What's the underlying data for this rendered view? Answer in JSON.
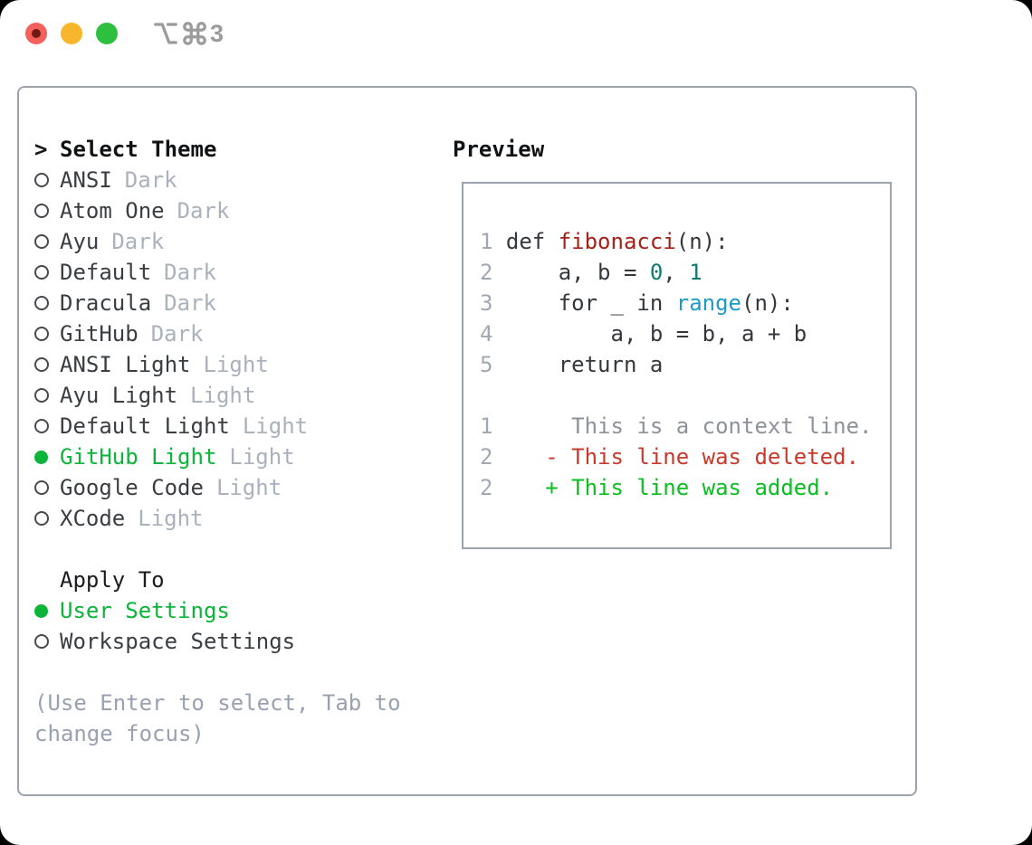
{
  "window": {
    "shortcut_title": "⌥⌘3",
    "shortcut_number": "3"
  },
  "theme_picker": {
    "prompt": ">",
    "title": "Select Theme",
    "items": [
      {
        "name": "ANSI",
        "variant": "Dark",
        "selected": false
      },
      {
        "name": "Atom One",
        "variant": "Dark",
        "selected": false
      },
      {
        "name": "Ayu",
        "variant": "Dark",
        "selected": false
      },
      {
        "name": "Default",
        "variant": "Dark",
        "selected": false
      },
      {
        "name": "Dracula",
        "variant": "Dark",
        "selected": false
      },
      {
        "name": "GitHub",
        "variant": "Dark",
        "selected": false
      },
      {
        "name": "ANSI Light",
        "variant": "Light",
        "selected": false
      },
      {
        "name": "Ayu Light",
        "variant": "Light",
        "selected": false
      },
      {
        "name": "Default Light",
        "variant": "Light",
        "selected": false
      },
      {
        "name": "GitHub Light",
        "variant": "Light",
        "selected": true
      },
      {
        "name": "Google Code",
        "variant": "Light",
        "selected": false
      },
      {
        "name": "XCode",
        "variant": "Light",
        "selected": false
      }
    ]
  },
  "preview": {
    "title": "Preview",
    "code_lines": {
      "l1": {
        "num": "1",
        "a": " def ",
        "fn": "fibonacci",
        "b": "(n):"
      },
      "l2": {
        "num": "2",
        "a": "     a, b = ",
        "n1": "0",
        "b": ", ",
        "n2": "1"
      },
      "l3": {
        "num": "3",
        "a": "     for _ in ",
        "call": "range",
        "b": "(n):"
      },
      "l4": {
        "num": "4",
        "a": "         a, b = b, a + b"
      },
      "l5": {
        "num": "5",
        "a": "     return a"
      },
      "d1": {
        "num": "1",
        "a": "      This is a context line."
      },
      "d2": {
        "num": "2",
        "a": "    - This line was deleted."
      },
      "d3": {
        "num": "2",
        "a": "    + This line was added."
      }
    }
  },
  "apply_to": {
    "title": "Apply To",
    "options": [
      {
        "name": "User Settings",
        "selected": true
      },
      {
        "name": "Workspace Settings",
        "selected": false
      }
    ]
  },
  "help": {
    "line1": "(Use Enter to select, Tab to",
    "line2": "change focus)"
  },
  "colors": {
    "accent_green": "#0cb43a",
    "deleted_red": "#c8392b",
    "added_green": "#0bbd20",
    "function_red": "#a52117",
    "number_teal": "#0d7a6f",
    "call_blue": "#1e9ac6",
    "line_number_gray": "#a0a8b4",
    "text_dark": "#3a3d42",
    "muted_gray": "#a9b1bc",
    "help_gray": "#98a1b0",
    "context_gray": "#8b9299",
    "border_gray": "#9aa3ae",
    "traffic_red": "#f4605a",
    "traffic_yellow": "#f8b62c",
    "traffic_green": "#2ebf3e"
  }
}
